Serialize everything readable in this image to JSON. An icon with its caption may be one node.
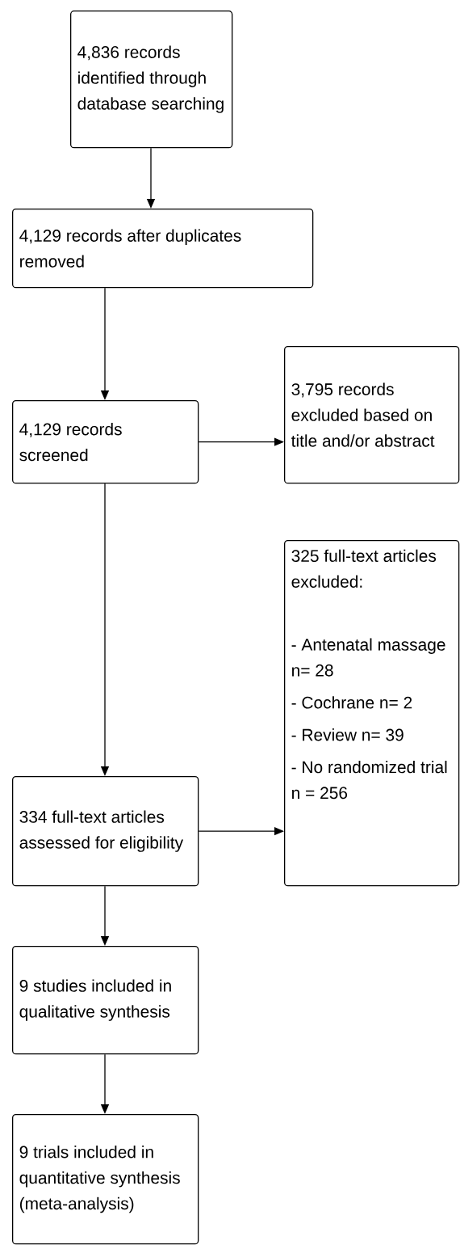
{
  "diagram": {
    "nodes": [
      {
        "text": [
          "4,836 records identified through database searching"
        ]
      },
      {
        "text": [
          "4,129 records after duplicates removed"
        ]
      },
      {
        "text": [
          "4,129 records screened"
        ]
      },
      {
        "text": [
          "3,795 records excluded based on title and/or abstract"
        ]
      },
      {
        "text": [
          "325 full-text articles excluded:",
          "- Antenatal massage n= 28",
          "- Cochrane n= 2",
          "- Review n= 39",
          "- No randomized trial n = 256"
        ]
      },
      {
        "text": [
          "334 full-text articles assessed for eligibility"
        ]
      },
      {
        "text": [
          "9 studies included in qualitative synthesis"
        ]
      },
      {
        "text": [
          "9 trials included in quantitative synthesis (meta-analysis)"
        ]
      }
    ],
    "edges": [
      {
        "from": 0,
        "to": 1,
        "arrow": "to"
      },
      {
        "from": 1,
        "to": 2,
        "arrow": "to"
      },
      {
        "from": 2,
        "to": 3,
        "arrow": "to"
      },
      {
        "from": 2,
        "to": 5,
        "arrow": "to"
      },
      {
        "from": 5,
        "to": 4,
        "arrow": "to"
      },
      {
        "from": 5,
        "to": 6,
        "arrow": "to"
      },
      {
        "from": 6,
        "to": 7,
        "arrow": "to"
      }
    ]
  }
}
